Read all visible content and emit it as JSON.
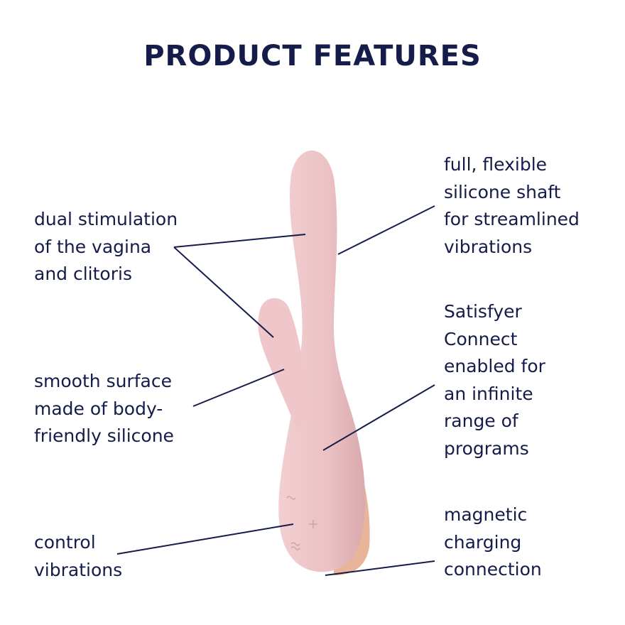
{
  "title": "PRODUCT FEATURES",
  "colors": {
    "text": "#151c4a",
    "product": "#eec5c8",
    "accent": "#e8b59a"
  },
  "features": {
    "left": [
      {
        "id": "dual",
        "text": "dual stimulation\nof the vagina\nand clitoris"
      },
      {
        "id": "surface",
        "text": "smooth surface\nmade of body-\nfriendly silicone"
      },
      {
        "id": "control",
        "text": "control\nvibrations"
      }
    ],
    "right": [
      {
        "id": "shaft",
        "text": "full, flexible\nsilicone shaft\nfor streamlined\nvibrations"
      },
      {
        "id": "connect",
        "text": "Satisfyer\nConnect\nenabled for\nan infinite\nrange of\nprograms"
      },
      {
        "id": "charging",
        "text": "magnetic\ncharging\nconnection"
      }
    ]
  },
  "control_icons": [
    "wave-icon",
    "minus-icon",
    "plus-icon",
    "double-wave-icon"
  ]
}
